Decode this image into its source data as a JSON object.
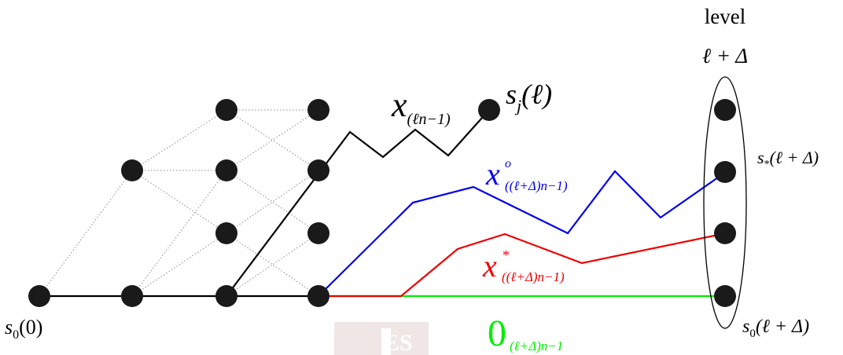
{
  "colors": {
    "node": "#1a1a1a",
    "lattice": "#8a8a8a",
    "black_path": "#000000",
    "blue_path": "#0000ee",
    "red_path": "#ee0000",
    "green_path": "#00ee00",
    "watermark": "#e8d8d8"
  },
  "level_caption": {
    "line1": "level",
    "line2": "ℓ + Δ"
  },
  "labels": {
    "s0_start": {
      "main": "s",
      "sub": "0",
      "arg": "(0)"
    },
    "sj": {
      "main": "s",
      "sub": "j",
      "arg": "(ℓ)"
    },
    "x_black": {
      "main": "x",
      "sub": "(ℓn−1)"
    },
    "x_blue": {
      "main": "x",
      "sup": "o",
      "sub": "((ℓ+Δ)n−1)"
    },
    "x_red": {
      "main": "x",
      "sup": "*",
      "sub": "((ℓ+Δ)n−1)"
    },
    "zero_green": {
      "main": "0",
      "sub": "(ℓ+Δ)n−1"
    },
    "s_star_end": {
      "main": "s",
      "sub": "*",
      "arg": "(ℓ + Δ)"
    },
    "s0_end": {
      "main": "s",
      "sub": "0",
      "arg": "(ℓ + Δ)"
    }
  },
  "watermark_text": "ES"
}
